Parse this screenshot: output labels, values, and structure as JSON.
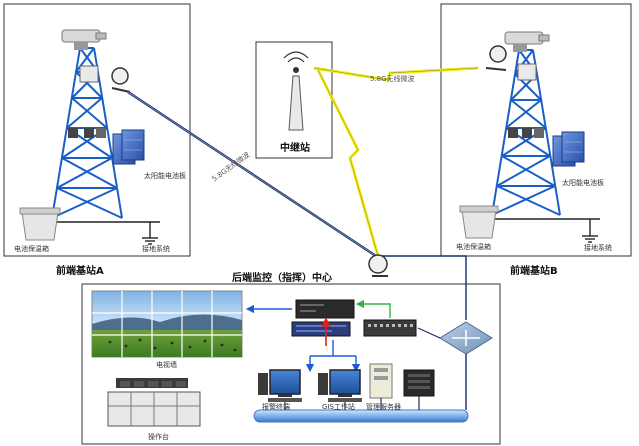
{
  "labels": {
    "site_a": "前端基站A",
    "site_b": "前端基站B",
    "relay": "中继站",
    "center": "后端监控（指挥）中心",
    "solar_a": "太阳能电池板",
    "solar_b": "太阳能电池板",
    "battery_a": "电池保温箱",
    "battery_b": "电池保温箱",
    "ground_a": "接地系统",
    "ground_b": "接地系统",
    "mw_left": "5.8G无线微波",
    "mw_top": "5.8G无线微波",
    "video_wall": "电视墙",
    "console": "操作台",
    "alarm_ws": "报警终端",
    "gis_ws": "GIS工作站",
    "mgmt_server": "管理服务器"
  },
  "colors": {
    "tower": "#1a5fc8",
    "cable": "#1b2b6b",
    "lightning": "#f2ea1c",
    "arrow_red": "#e0201c",
    "arrow_blue": "#1e5ad8",
    "arrow_green": "#2fb34a",
    "bus": "#6fa6e6"
  }
}
